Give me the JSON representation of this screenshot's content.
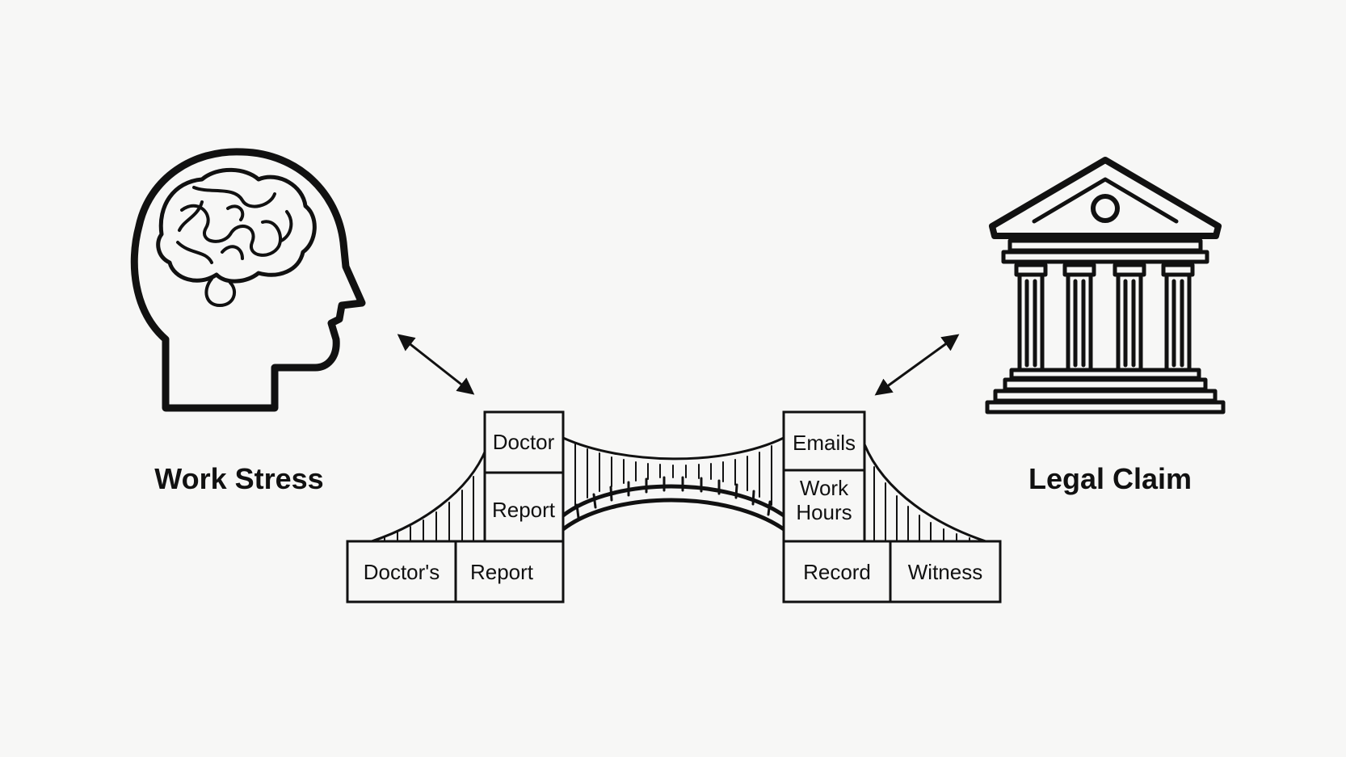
{
  "diagram": {
    "left_label": "Work Stress",
    "right_label": "Legal Claim",
    "boxes": {
      "left_tower_top": "Doctor",
      "left_tower_bottom": "Report",
      "left_base_1": "Doctor's",
      "left_base_2": "Report",
      "right_tower_top": "Emails",
      "right_tower_mid_1": "Work",
      "right_tower_mid_2": "Hours",
      "right_base_1": "Record",
      "right_base_2": "Witness"
    },
    "icons": {
      "left": "head-with-brain-icon",
      "right": "courthouse-icon",
      "connector": "double-arrow-icon"
    },
    "colors": {
      "ink": "#111111",
      "background": "#f7f7f6"
    }
  }
}
